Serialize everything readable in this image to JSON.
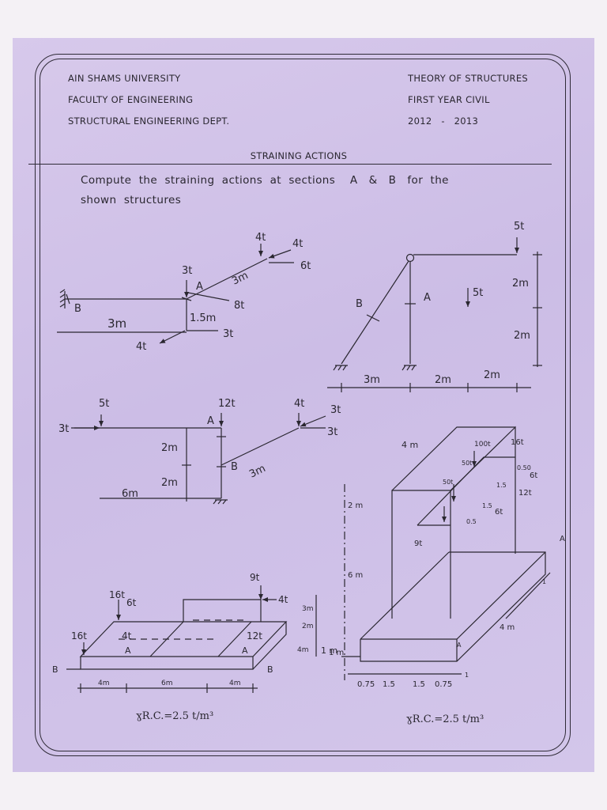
{
  "header": {
    "university": "AIN SHAMS UNIVERSITY",
    "faculty": "FACULTY OF ENGINEERING",
    "department": "STRUCTURAL ENGINEERING DEPT.",
    "course": "THEORY OF STRUCTURES",
    "year_level": "FIRST YEAR CIVIL",
    "academic_year": "2012   -   2013"
  },
  "topic": "STRAINING ACTIONS",
  "instruction": {
    "line1": "Compute  the  straining  actions  at  sections    A   &   B   for  the",
    "line2": "shown  structures"
  },
  "fig1": {
    "load_4t_top": "4t",
    "load_4t_right": "4t",
    "load_6t": "6t",
    "load_3t_top": "3t",
    "label_A": "A",
    "dim_3m_inclined": "3m",
    "load_8t": "8t",
    "label_B": "B",
    "dim_1_5m": "1.5m",
    "dim_3m": "3m",
    "load_3t_bottom": "3t",
    "load_4t_bottom": "4t"
  },
  "fig2": {
    "load_5t_top": "5t",
    "load_5t_mid": "5t",
    "label_A": "A",
    "label_B": "B",
    "dim_2m_upper": "2m",
    "dim_2m_lower": "2m",
    "dim_3m": "3m",
    "dim_2m_a": "2m",
    "dim_2m_b": "2m"
  },
  "fig3": {
    "load_5t": "5t",
    "load_12t": "12t",
    "load_4t": "4t",
    "load_3t_left": "3t",
    "load_3t_upper": "3t",
    "load_3t_lower": "3t",
    "label_A": "A",
    "label_B": "B",
    "dim_2m_upper": "2m",
    "dim_2m_lower": "2m",
    "dim_6m": "6m",
    "dim_3m": "3m"
  },
  "fig4": {
    "load_9t": "9t",
    "load_16t_top": "16t",
    "load_6t": "6t",
    "load_4t_right": "4t",
    "load_16t_left": "16t",
    "load_4t_inner": "4t",
    "load_12t": "12t",
    "label_A_left": "A",
    "label_A_right": "A",
    "label_B_left": "B",
    "label_B_right": "B",
    "dim_3m": "3m",
    "dim_2m": "2m",
    "dim_4m_side": "4m",
    "dim_1m": "1 m",
    "dim_4m_a": "4m",
    "dim_6m": "6m",
    "dim_4m_b": "4m",
    "unit_weight": "ɣR.C.=2.5 t/m³"
  },
  "fig5": {
    "dim_4m_top": "4 m",
    "load_100t": "100t",
    "load_16t": "16t",
    "load_50t_a": "50t",
    "dim_0_50": "0.50",
    "load_6t_a": "6t",
    "load_50t_b": "50t",
    "dim_1_5_a": "1.5",
    "load_12t": "12t",
    "dim_1_5_b": "1.5",
    "load_6t_b": "6t",
    "dim_0_5": "0.5",
    "load_9t": "9t",
    "label_A_top": "A",
    "dim_1_right": "1",
    "dim_2m": "2 m",
    "dim_6m": "6 m",
    "dim_1m": "1 m",
    "dim_4m_right": "4 m",
    "label_A_base": "A",
    "dim_1_base": "1",
    "dim_0_75_a": "0.75",
    "dim_1_5_c": "1.5",
    "dim_1_5_d": "1.5",
    "dim_0_75_b": "0.75",
    "unit_weight": "ɣR.C.=2.5 t/m³"
  },
  "colors": {
    "paper": "#d0c2e8",
    "ink": "#2a2730"
  }
}
